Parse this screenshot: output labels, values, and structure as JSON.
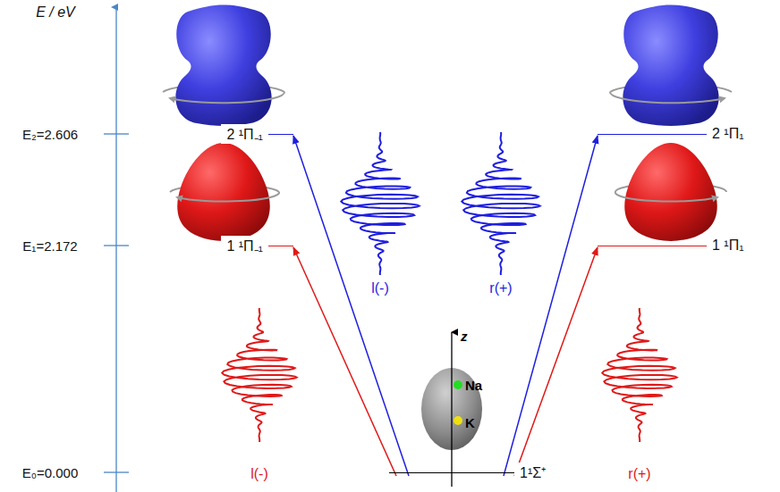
{
  "diagram": {
    "nodes": [
      {
        "text": [
          "2 ¹Π₋₁"
        ]
      },
      {
        "text": [
          "2 ¹Π₁"
        ]
      },
      {
        "text": [
          "1 ¹Π₋₁"
        ]
      },
      {
        "text": [
          "1 ¹Π₁"
        ]
      },
      {
        "text": [
          "1¹Σ⁺"
        ]
      }
    ],
    "edges": [
      {
        "from": 4,
        "to": 2,
        "arrow": "to"
      },
      {
        "from": 4,
        "to": 0,
        "arrow": "to"
      },
      {
        "from": 4,
        "to": 1,
        "arrow": "to"
      },
      {
        "from": 4,
        "to": 3,
        "arrow": "to"
      }
    ],
    "labels": [
      "E / eV",
      "E₂=2.606",
      "E₁=2.172",
      "E₀=0.000",
      "l(-)",
      "r(+)",
      "l(-)",
      "r(+)",
      "z",
      "Na",
      "K"
    ]
  }
}
